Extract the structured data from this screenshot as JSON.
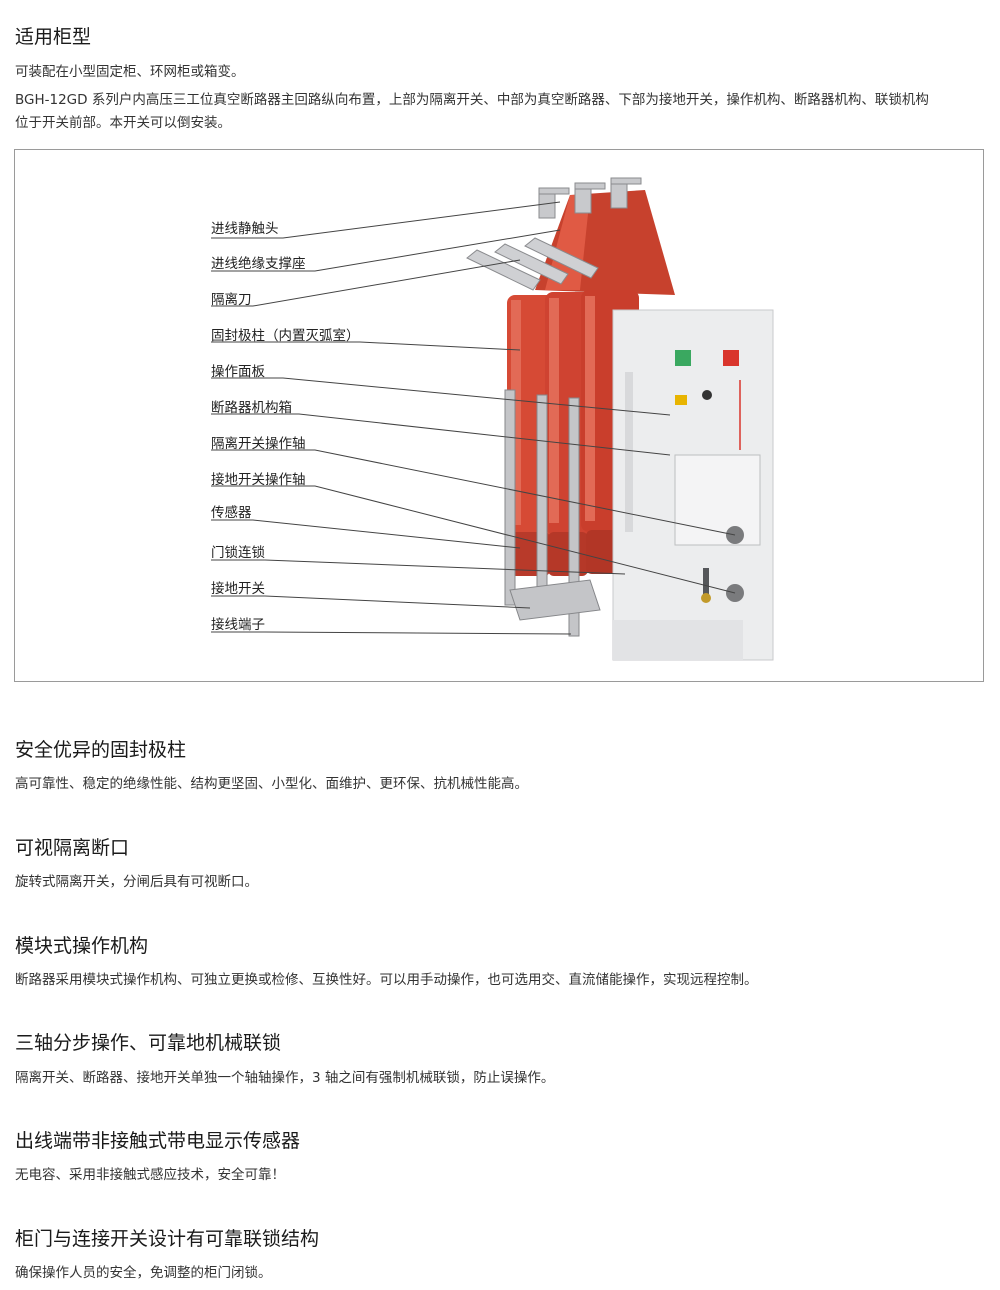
{
  "intro": {
    "title": "适用柜型",
    "line1": "可装配在小型固定柜、环网柜或箱变。",
    "line2": "BGH-12GD 系列户内高压三工位真空断路器主回路纵向布置，上部为隔离开关、中部为真空断路器、下部为接地开关，操作机构、断路器机构、联锁机构",
    "line3": "位于开关前部。本开关可以倒安装。"
  },
  "figure": {
    "callouts": [
      "进线静触头",
      "进线绝缘支撑座",
      "隔离刀",
      "固封极柱（内置灭弧室）",
      "操作面板",
      "断路器机构箱",
      "隔离开关操作轴",
      "接地开关操作轴",
      "传感器",
      "门锁连锁",
      "接地开关",
      "接线端子"
    ]
  },
  "features": [
    {
      "title": "安全优异的固封极柱",
      "desc": "高可靠性、稳定的绝缘性能、结构更坚固、小型化、面维护、更环保、抗机械性能高。"
    },
    {
      "title": "可视隔离断口",
      "desc": "旋转式隔离开关，分闸后具有可视断口。"
    },
    {
      "title": "模块式操作机构",
      "desc": "断路器采用模块式操作机构、可独立更换或检修、互换性好。可以用手动操作，也可选用交、直流储能操作，实现远程控制。"
    },
    {
      "title": "三轴分步操作、可靠地机械联锁",
      "desc": "隔离开关、断路器、接地开关单独一个轴轴操作，3 轴之间有强制机械联锁，防止误操作。"
    },
    {
      "title": "出线端带非接触式带电显示传感器",
      "desc": "无电容、采用非接触式感应技术，安全可靠！"
    },
    {
      "title": "柜门与连接开关设计有可靠联锁结构",
      "desc": "确保操作人员的安全，免调整的柜门闭锁。"
    }
  ],
  "colors": {
    "pole_red": "#d64a35",
    "panel_grey": "#ecedee",
    "leader": "#444444",
    "border": "#9a9a9a"
  }
}
